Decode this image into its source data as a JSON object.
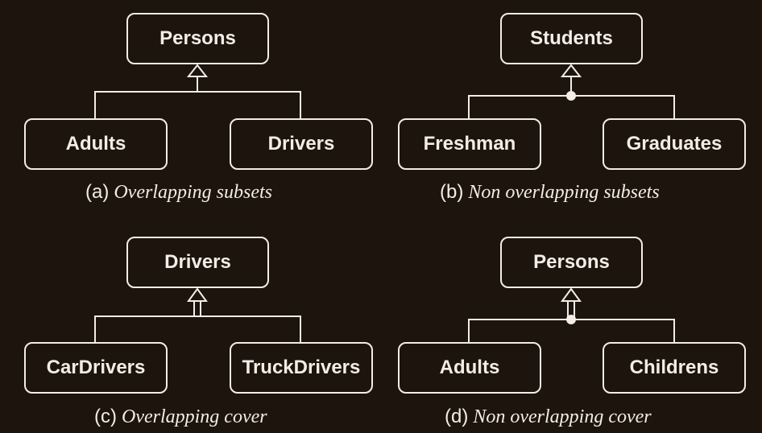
{
  "colors": {
    "background": "#1d140d",
    "ink": "#f2ede6"
  },
  "diagrams": [
    {
      "parent": "Persons",
      "children": [
        "Adults",
        "Drivers"
      ],
      "letter": "(a)",
      "caption": "Overlapping subsets",
      "arrow": "single-hollow-triangle",
      "junction_dot": false
    },
    {
      "parent": "Students",
      "children": [
        "Freshman",
        "Graduates"
      ],
      "letter": "(b)",
      "caption": "Non overlapping subsets",
      "arrow": "single-hollow-triangle",
      "junction_dot": true
    },
    {
      "parent": "Drivers",
      "children": [
        "CarDrivers",
        "TruckDrivers"
      ],
      "letter": "(c)",
      "caption": "Overlapping cover",
      "arrow": "double-hollow-triangle",
      "junction_dot": false
    },
    {
      "parent": "Persons",
      "children": [
        "Adults",
        "Childrens"
      ],
      "letter": "(d)",
      "caption": "Non overlapping cover",
      "arrow": "double-hollow-triangle",
      "junction_dot": true
    }
  ]
}
